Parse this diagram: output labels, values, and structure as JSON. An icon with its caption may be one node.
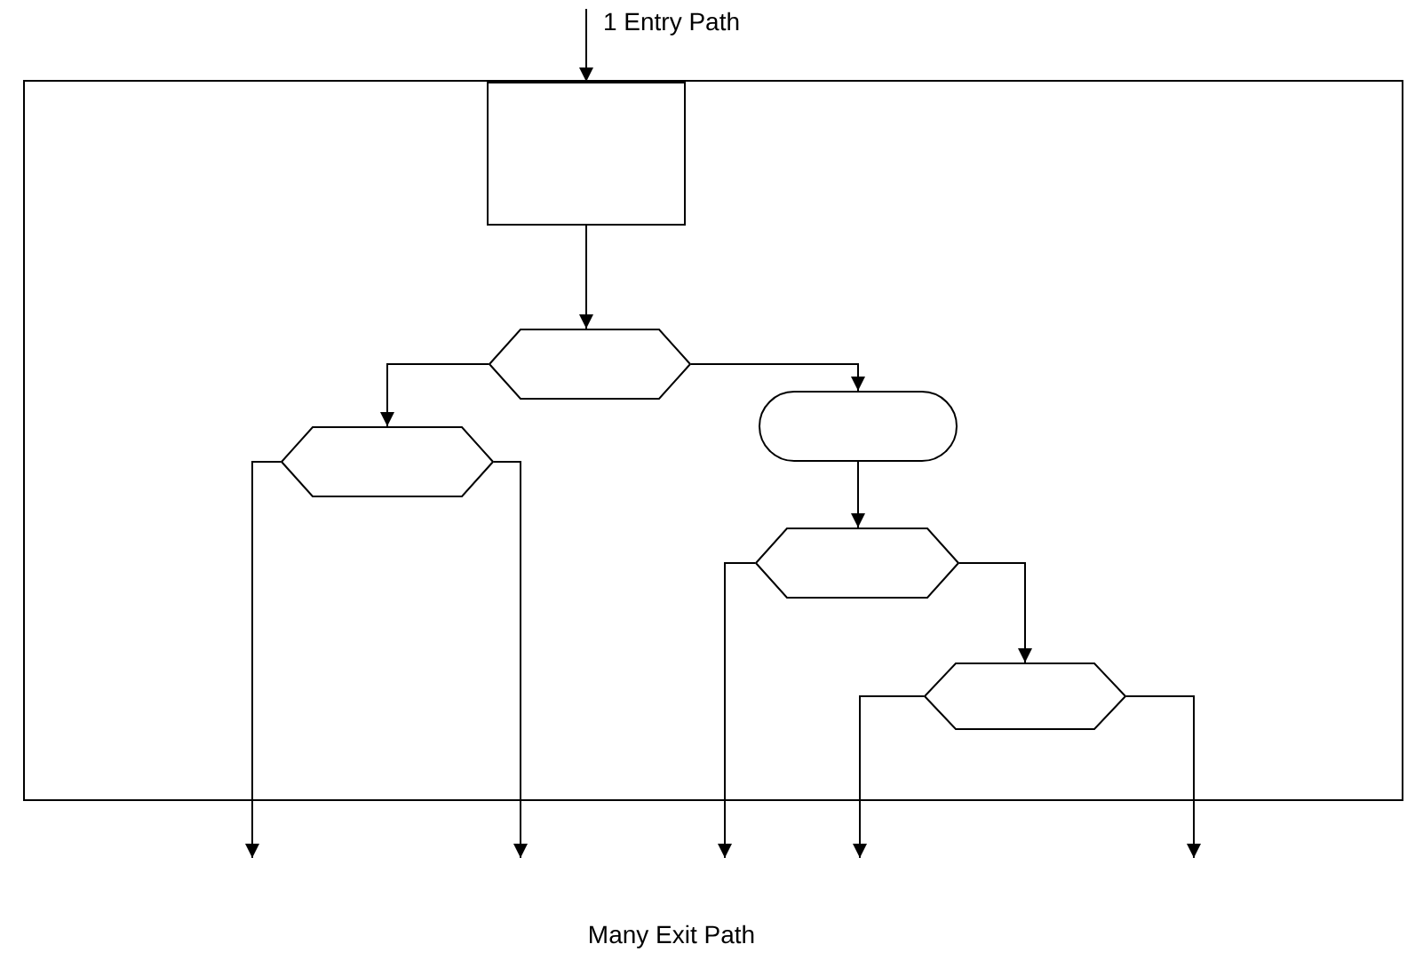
{
  "diagram": {
    "nodes": [
      {
        "text": [],
        "shape": "box"
      },
      {
        "text": [],
        "shape": "box",
        "in": 0
      },
      {
        "text": [],
        "shape": "hexagon",
        "in": 0
      },
      {
        "text": [],
        "shape": "hexagon",
        "in": 0
      },
      {
        "text": [],
        "shape": "pill",
        "in": 0
      },
      {
        "text": [],
        "shape": "hexagon",
        "in": 0
      },
      {
        "text": [],
        "shape": "hexagon",
        "in": 0
      }
    ],
    "edges": [
      {
        "from": null,
        "to": 1,
        "arrow": "to"
      },
      {
        "from": 1,
        "to": 2,
        "arrow": "to"
      },
      {
        "from": 2,
        "to": 3,
        "arrow": "to"
      },
      {
        "from": 2,
        "to": 4,
        "arrow": "to"
      },
      {
        "from": 4,
        "to": 5,
        "arrow": "to"
      },
      {
        "from": 5,
        "to": 6,
        "arrow": "to"
      },
      {
        "from": 3,
        "to": null,
        "arrow": "to"
      },
      {
        "from": 3,
        "to": null,
        "arrow": "to"
      },
      {
        "from": 5,
        "to": null,
        "arrow": "to"
      },
      {
        "from": 6,
        "to": null,
        "arrow": "to"
      },
      {
        "from": 6,
        "to": null,
        "arrow": "to"
      }
    ],
    "labels": [
      "1 Entry Path",
      "Many Exit Path"
    ]
  }
}
